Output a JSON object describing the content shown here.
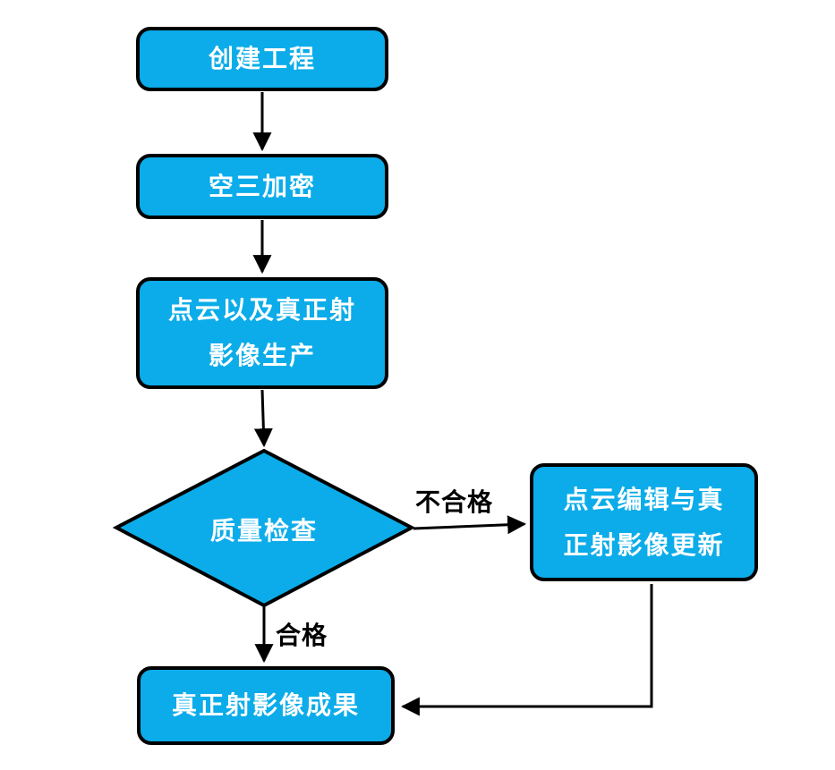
{
  "flowchart": {
    "colors": {
      "node_fill": "#0BACE9",
      "node_border": "#000000",
      "node_text": "#FFFFFF",
      "connector": "#000000",
      "edge_label_text": "#000000",
      "background": "#FFFFFF"
    },
    "nodes": [
      {
        "id": "create-project",
        "shape": "rounded-rect",
        "label": "创建工程"
      },
      {
        "id": "aerial-triangulation",
        "shape": "rounded-rect",
        "label": "空三加密"
      },
      {
        "id": "pointcloud-ortho-production",
        "shape": "rounded-rect",
        "lines": [
          "点云以及真正射",
          "影像生产"
        ]
      },
      {
        "id": "quality-check",
        "shape": "diamond",
        "label": "质量检查"
      },
      {
        "id": "pointcloud-edit-ortho-update",
        "shape": "rounded-rect",
        "lines": [
          "点云编辑与真",
          "正射影像更新"
        ]
      },
      {
        "id": "true-ortho-result",
        "shape": "rounded-rect",
        "label": "真正射影像成果"
      }
    ],
    "edges": [
      {
        "from": "create-project",
        "to": "aerial-triangulation",
        "label": ""
      },
      {
        "from": "aerial-triangulation",
        "to": "pointcloud-ortho-production",
        "label": ""
      },
      {
        "from": "pointcloud-ortho-production",
        "to": "quality-check",
        "label": ""
      },
      {
        "from": "quality-check",
        "to": "pointcloud-edit-ortho-update",
        "label": "不合格"
      },
      {
        "from": "quality-check",
        "to": "true-ortho-result",
        "label": "合格"
      },
      {
        "from": "pointcloud-edit-ortho-update",
        "to": "true-ortho-result",
        "label": ""
      }
    ]
  }
}
